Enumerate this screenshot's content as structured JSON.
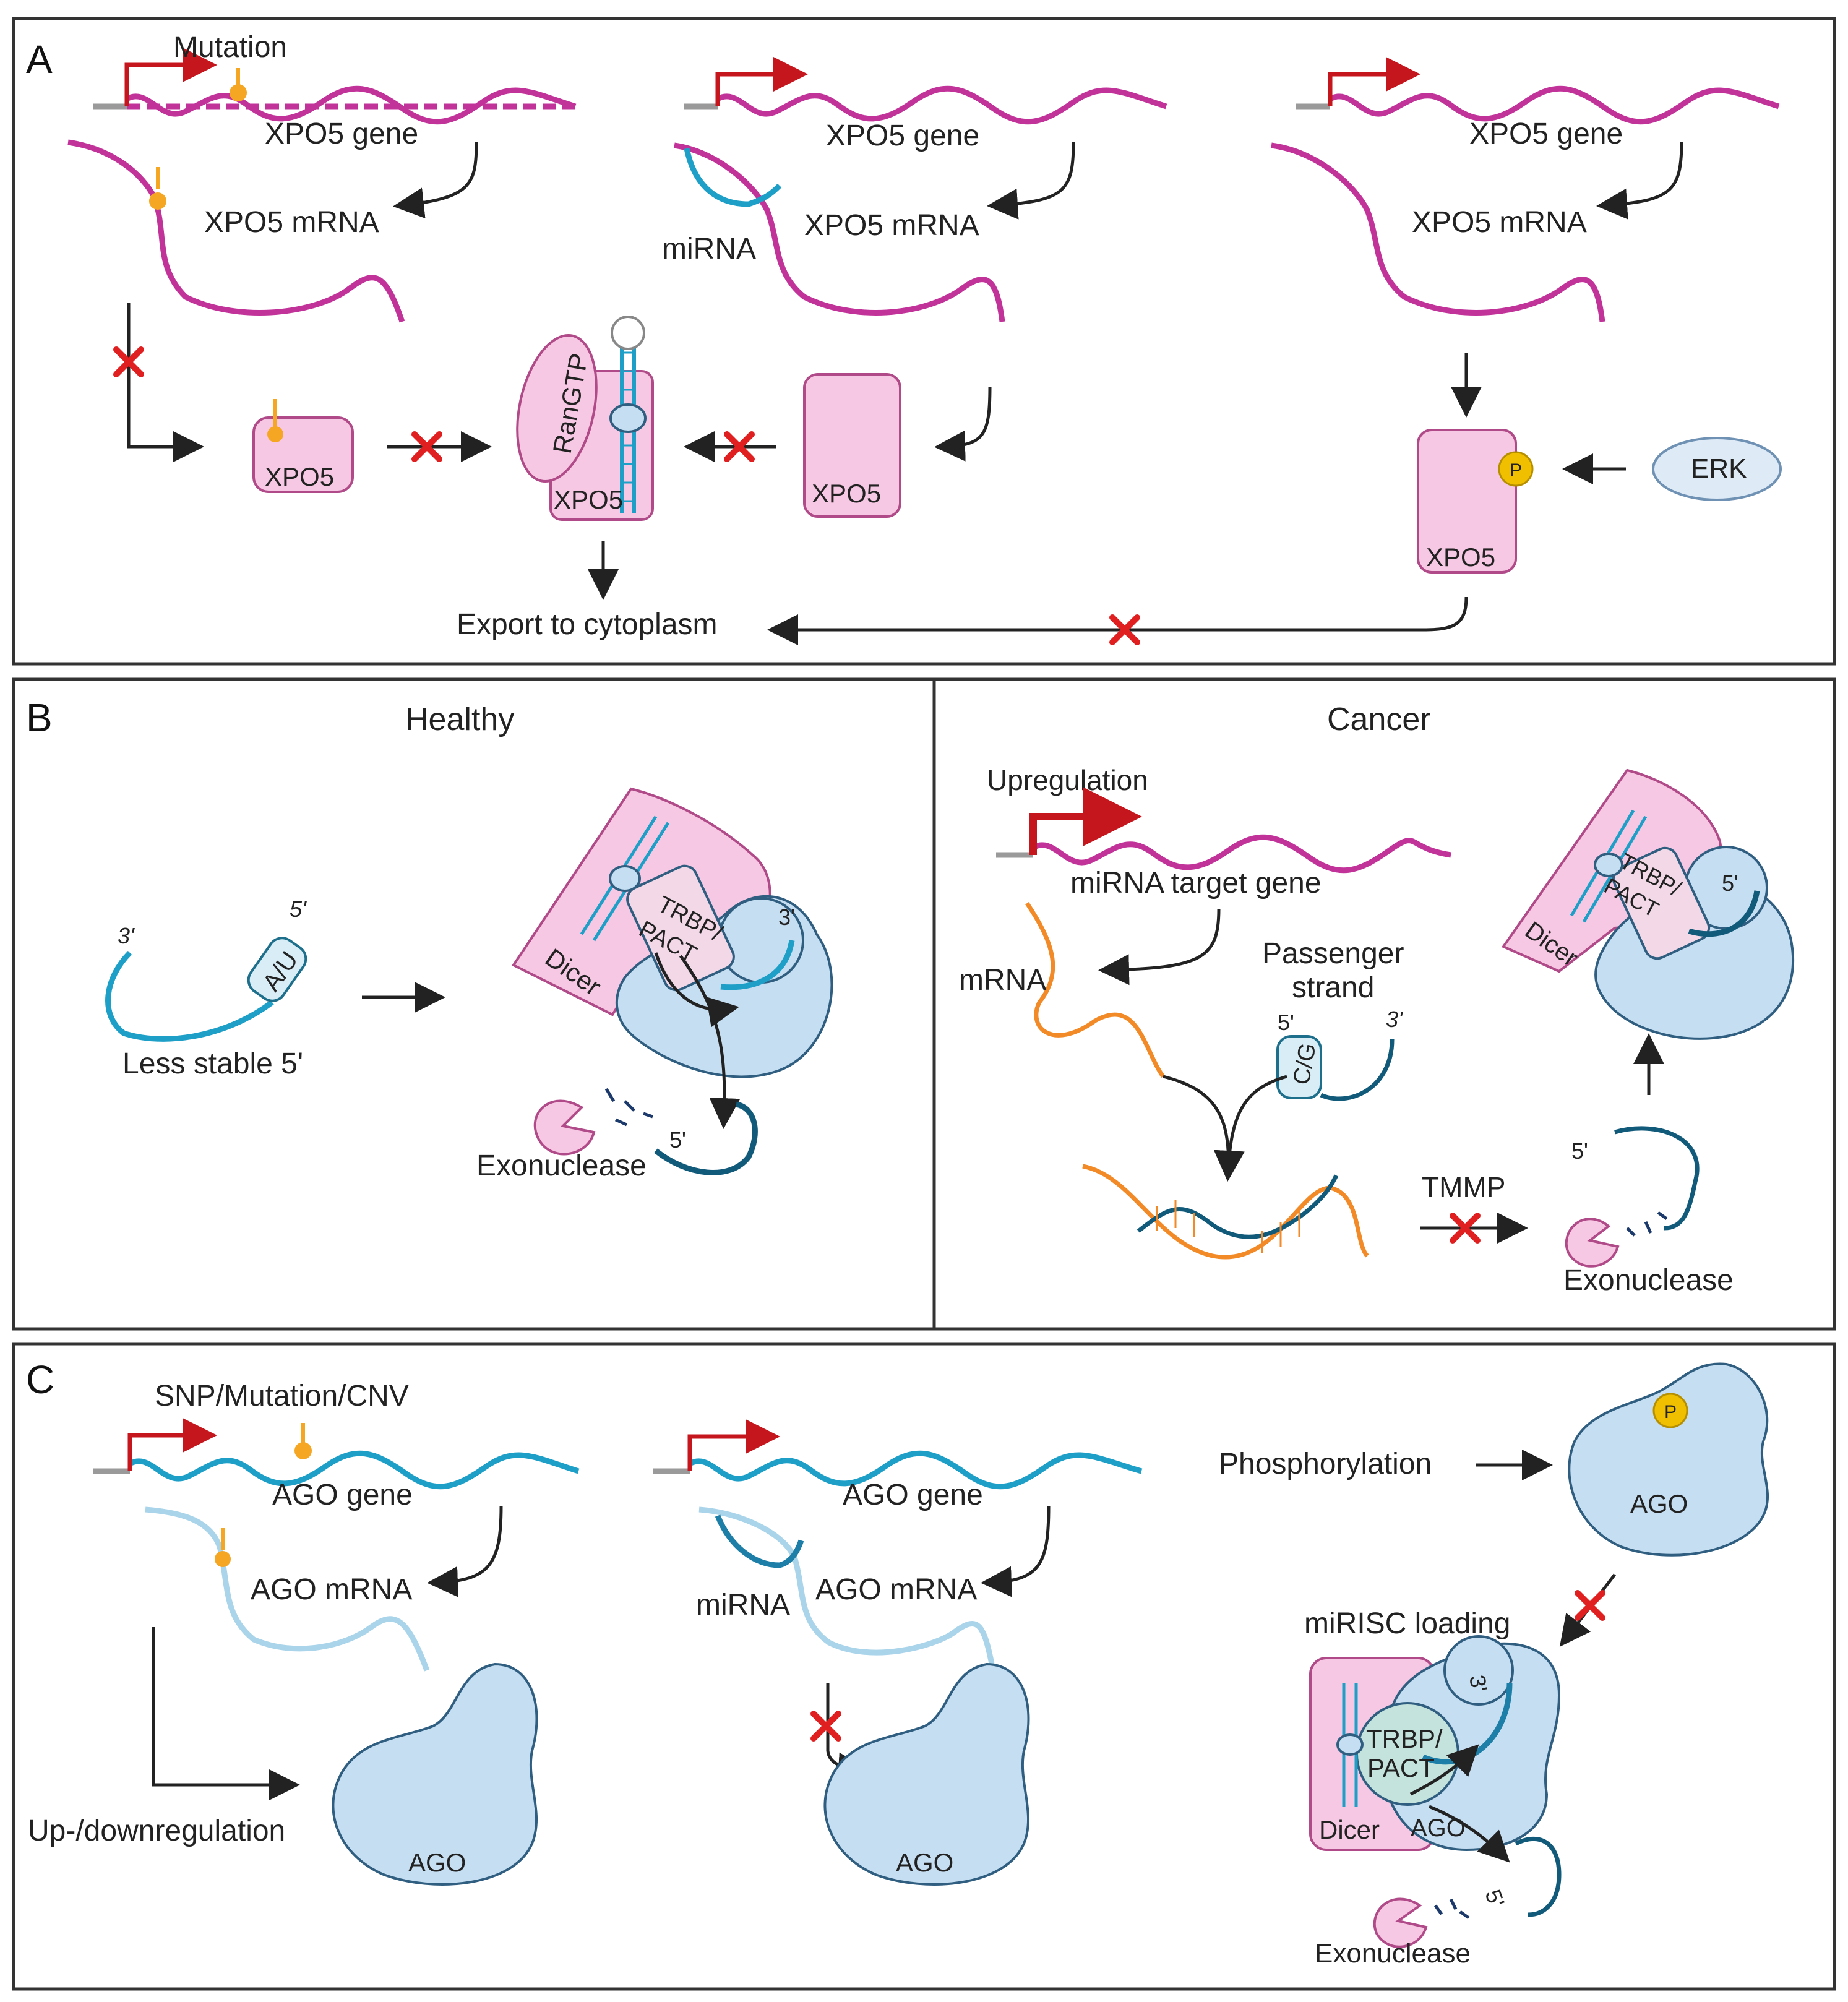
{
  "panels": {
    "a": "A",
    "b": "B",
    "c": "C"
  },
  "colors": {
    "gene_magenta": "#c2339a",
    "gene_cyan": "#1d9fc7",
    "protein_pink": "#f7c8e3",
    "ago_blue": "#c6def1",
    "inhibit_red": "#e02020",
    "mutation_orange": "#f5a623",
    "phospho_yellow": "#f0c000"
  },
  "icons": {
    "block": "red-x-icon",
    "phospho": "phosphate-p-icon",
    "mutation": "mutation-pin-icon"
  },
  "a": {
    "mutation": "Mutation",
    "gene1": "XPO5 gene",
    "gene2": "XPO5 gene",
    "gene3": "XPO5 gene",
    "mrna1": "XPO5 mRNA",
    "mrna2": "XPO5 mRNA",
    "mrna3": "XPO5 mRNA",
    "mirna": "miRNA",
    "xpo5_mut": "XPO5",
    "xpo5_complex": "XPO5",
    "xpo5_mid": "XPO5",
    "xpo5_phos": "XPO5",
    "rangtp": "RanGTP",
    "erk": "ERK",
    "p": "P",
    "export": "Export to cytoplasm"
  },
  "b": {
    "healthy": "Healthy",
    "cancer": "Cancer",
    "three_prime": "3'",
    "five_prime": "5'",
    "au": "A/U",
    "less_stable": "Less stable 5'",
    "dicer": "Dicer",
    "trbp": "TRBP/",
    "pact": "PACT",
    "exonuclease": "Exonuclease",
    "upregulation": "Upregulation",
    "target_gene": "miRNA target gene",
    "mrna": "mRNA",
    "passenger": "Passenger",
    "strand": "strand",
    "cg": "C/G",
    "tmmp": "TMMP",
    "exonuclease2": "Exonuclease"
  },
  "c": {
    "snp": "SNP/Mutation/CNV",
    "ago_gene1": "AGO gene",
    "ago_gene2": "AGO gene",
    "ago_mrna1": "AGO mRNA",
    "ago_mrna2": "AGO mRNA",
    "mirna": "miRNA",
    "updown": "Up-/downregulation",
    "ago1": "AGO",
    "ago2": "AGO",
    "ago3": "AGO",
    "ago4": "AGO",
    "phosphorylation": "Phosphorylation",
    "p": "P",
    "mirisc": "miRISC loading",
    "trbp": "TRBP/",
    "pact": "PACT",
    "dicer": "Dicer",
    "three_prime": "3'",
    "five_prime": "5'",
    "exonuclease": "Exonuclease"
  }
}
